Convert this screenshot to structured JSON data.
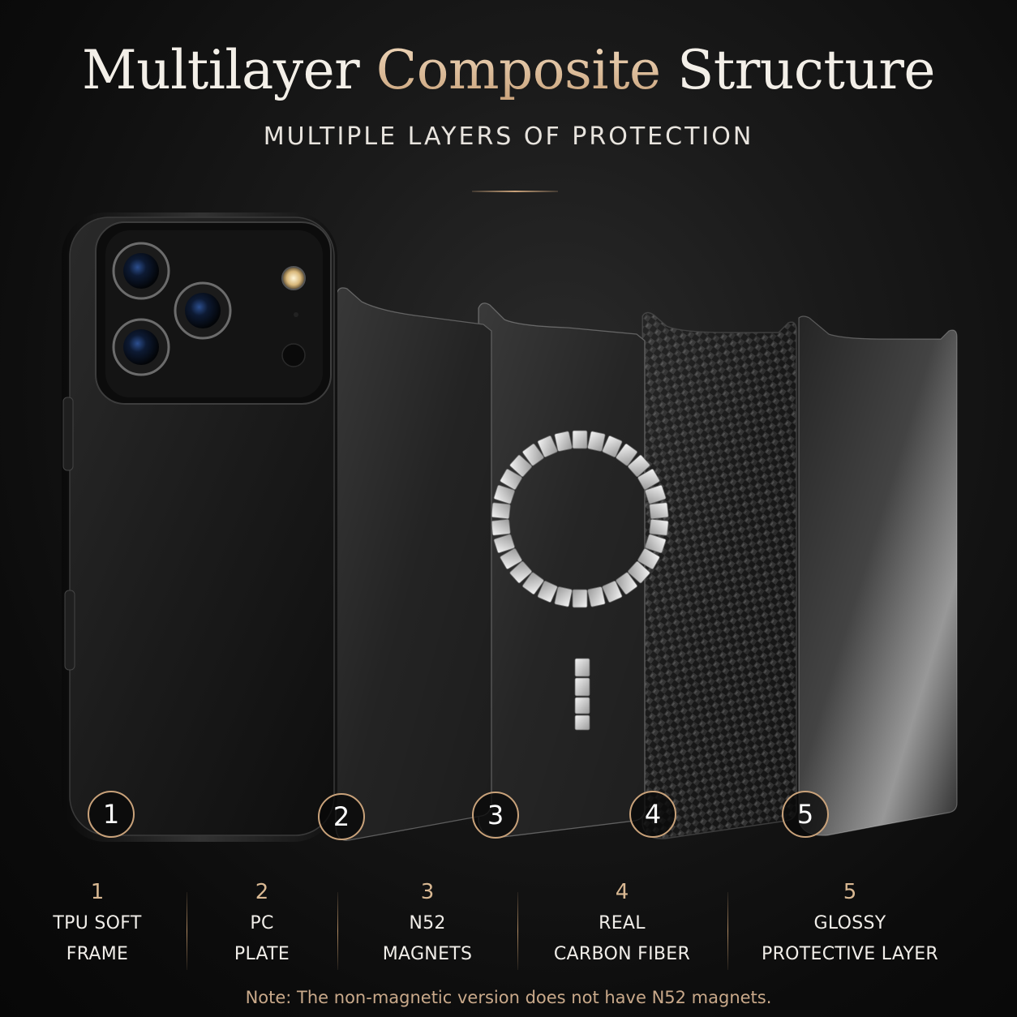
{
  "header": {
    "title_part1": "Multilayer",
    "title_part2": "Composite",
    "title_part3": "Structure",
    "subtitle": "MULTIPLE LAYERS OF PROTECTION"
  },
  "layers": [
    {
      "number": "1",
      "line1": "TPU SOFT",
      "line2": "FRAME"
    },
    {
      "number": "2",
      "line1": "PC",
      "line2": "PLATE"
    },
    {
      "number": "3",
      "line1": "N52",
      "line2": "MAGNETS"
    },
    {
      "number": "4",
      "line1": "REAL",
      "line2": "CARBON FIBER"
    },
    {
      "number": "5",
      "line1": "GLOSSY",
      "line2": "PROTECTIVE LAYER"
    }
  ],
  "footer": {
    "note": "Note: The non-magnetic version does not have N52 magnets."
  },
  "colors": {
    "accent_gold": "#c9a27a",
    "background": "#111111",
    "text_light": "#f1eee9"
  }
}
